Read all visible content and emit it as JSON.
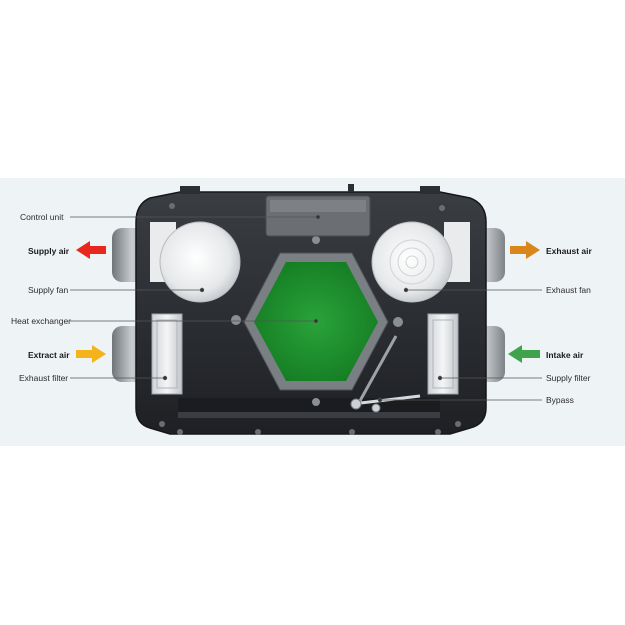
{
  "labels": {
    "control_unit": "Control unit",
    "supply_air": "Supply air",
    "supply_fan": "Supply fan",
    "heat_exchanger": "Heat exchanger",
    "extract_air": "Extract air",
    "exhaust_filter": "Exhaust filter",
    "exhaust_air": "Exhaust air",
    "exhaust_fan": "Exhaust fan",
    "intake_air": "Intake air",
    "supply_filter": "Supply filter",
    "bypass": "Bypass"
  },
  "colors": {
    "supply_air_arrow": "#e8281e",
    "extract_air_arrow": "#f5b31b",
    "exhaust_air_arrow": "#d9861c",
    "intake_air_arrow": "#3fa34d",
    "heat_exchanger_core": "#1f8a2e",
    "housing": "#2a2d31",
    "background_band": "#eef3f6"
  }
}
